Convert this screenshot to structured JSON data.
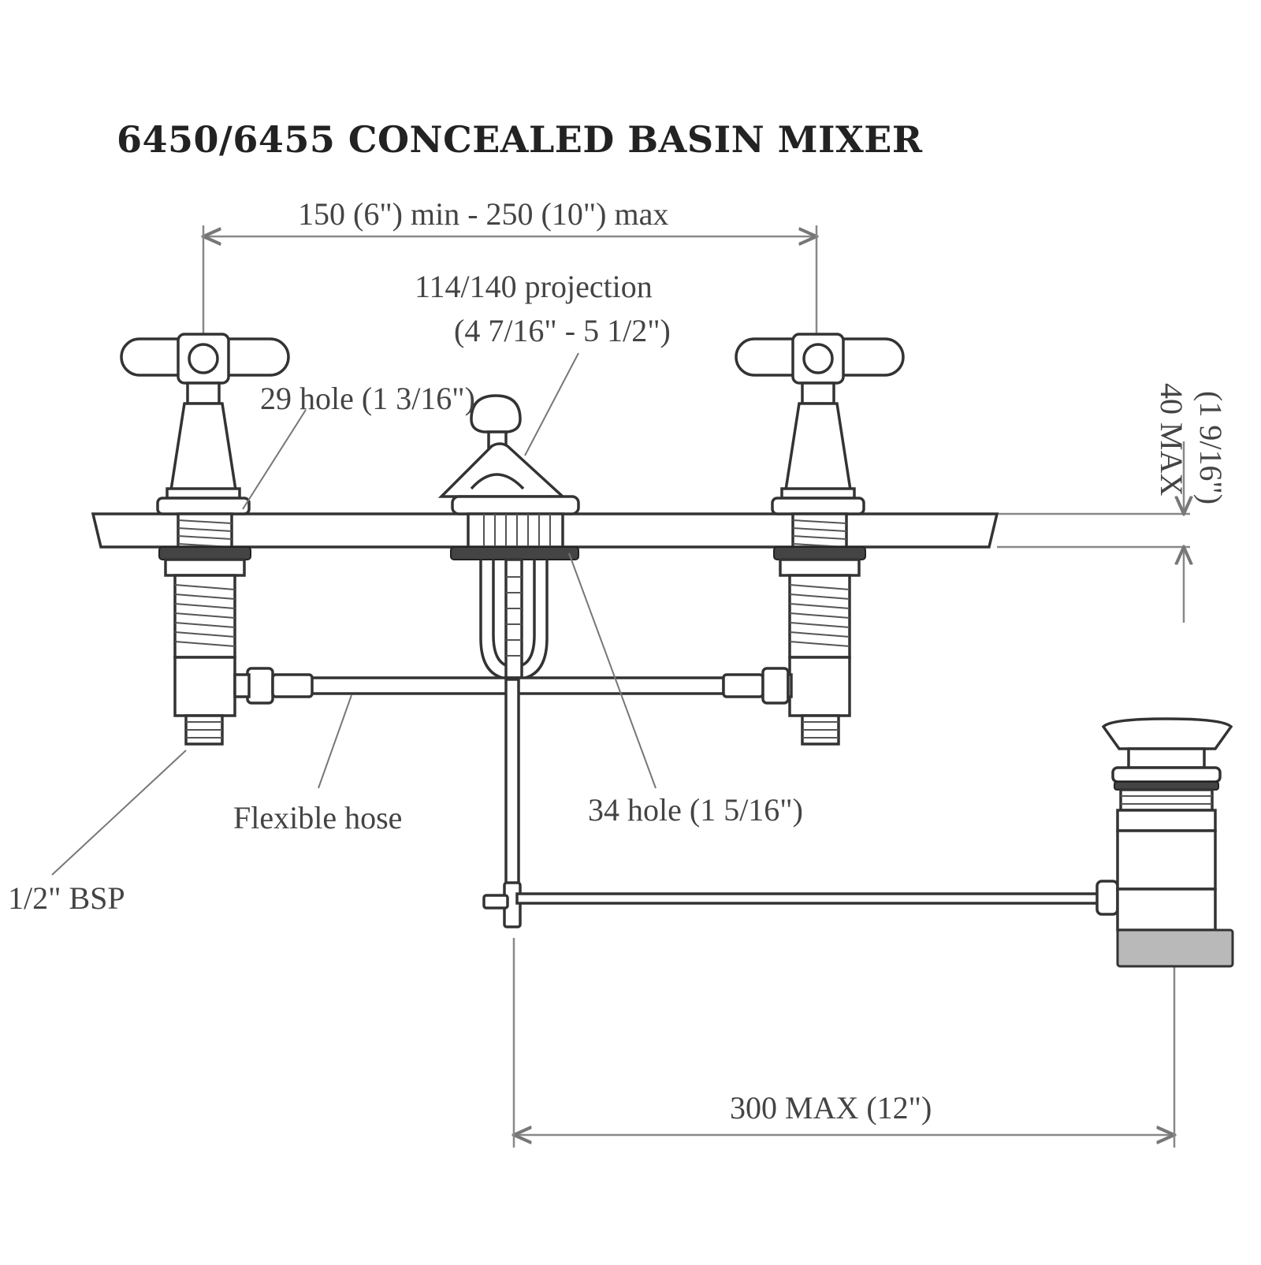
{
  "diagram": {
    "title": "6450/6455 CONCEALED BASIN MIXER",
    "labels": {
      "spacing": "150 (6\") min - 250 (10\") max",
      "projection_line1": "114/140 projection",
      "projection_line2": "(4 7/16\" - 5 1/2\")",
      "hole29": "29 hole (1 3/16\")",
      "hole34": "34 hole (1 5/16\")",
      "flex_hose": "Flexible hose",
      "bsp": "1/2\" BSP",
      "max40_line1": "40 MAX",
      "max40_line2": "(1 9/16\")",
      "max300": "300 MAX (12\")"
    }
  }
}
